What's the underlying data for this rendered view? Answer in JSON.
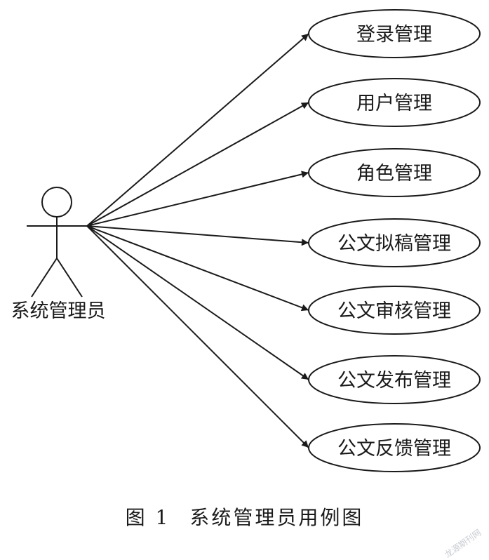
{
  "diagram": {
    "actor": {
      "label": "系统管理员"
    },
    "use_cases": [
      {
        "label": "登录管理"
      },
      {
        "label": "用户管理"
      },
      {
        "label": "角色管理"
      },
      {
        "label": "公文拟稿管理"
      },
      {
        "label": "公文审核管理"
      },
      {
        "label": "公文发布管理"
      },
      {
        "label": "公文反馈管理"
      }
    ]
  },
  "caption": {
    "number": "图 1",
    "title": "系统管理员用例图"
  },
  "watermark": "龙源期刊网"
}
